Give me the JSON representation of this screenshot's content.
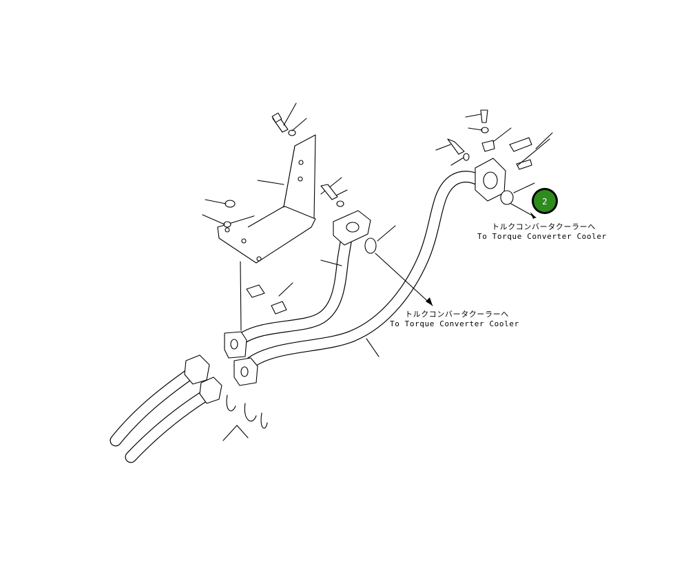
{
  "labels": {
    "upper_jp": "トルクコンバータクーラーへ",
    "upper_en": "To Torque Converter Cooler",
    "lower_jp": "トルクコンバータクーラーへ",
    "lower_en": "To Torque Converter Cooler"
  },
  "callout": {
    "number": "2",
    "color": "#2e8b1e"
  }
}
